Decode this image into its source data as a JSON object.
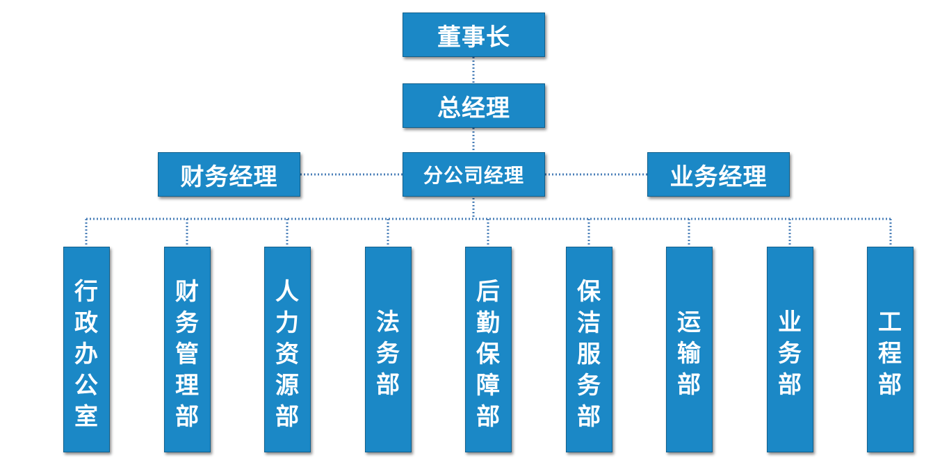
{
  "nodes": {
    "chairman": "董事长",
    "general_manager": "总经理",
    "finance_manager": "财务经理",
    "branch_manager": "分公司经理",
    "business_manager": "业务经理"
  },
  "departments": [
    "行政办公室",
    "财务管理部",
    "人力资源部",
    "法务部",
    "后勤保障部",
    "保洁服务部",
    "运输部",
    "业务部",
    "工程部"
  ],
  "colors": {
    "box_fill": "#1b88c6",
    "box_border": "#0f5f8c",
    "connector": "#4a7fb8",
    "text": "#ffffff"
  }
}
